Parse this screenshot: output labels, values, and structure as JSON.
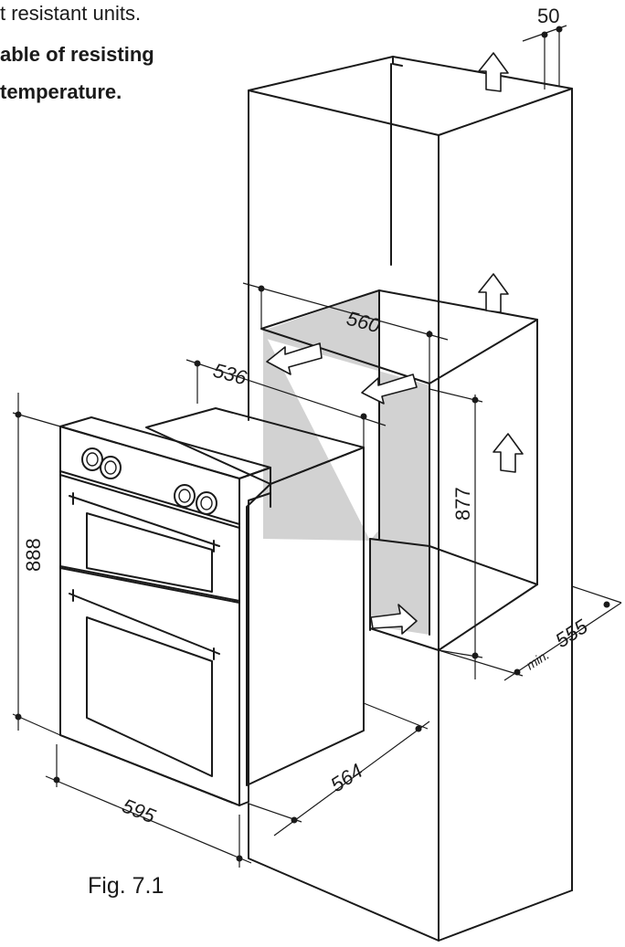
{
  "text": {
    "line1": "t resistant units.",
    "line2": "able of resisting",
    "line3": "temperature.",
    "figure_caption": "Fig. 7.1"
  },
  "dimensions": {
    "top_gap": "50",
    "cavity_width": "560",
    "oven_depth_body": "536",
    "oven_height": "888",
    "cavity_height": "877",
    "min_depth_prefix": "min.",
    "min_depth": "555",
    "cabinet_depth": "564",
    "oven_width": "595"
  },
  "colors": {
    "line": "#1a1a1a",
    "cavity_back": "#d2d2d2",
    "background": "#ffffff"
  },
  "icons": {
    "airflow": "airflow-arrow-icon"
  }
}
